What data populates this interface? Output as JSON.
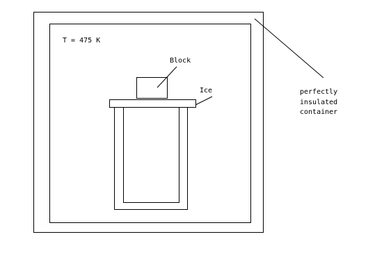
{
  "diagram": {
    "temperature_label": "T = 475 K",
    "block_label": "Block",
    "ice_label": "Ice",
    "container_label_lines": [
      "perfectly",
      "insulated",
      "container"
    ]
  }
}
